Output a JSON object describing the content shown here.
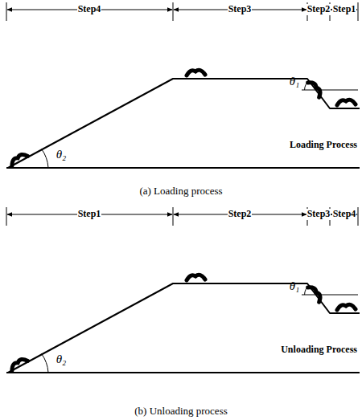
{
  "diagram": {
    "labels": [
      "Step4",
      "Step3",
      "Step2",
      "Step1",
      "θ₁",
      "θ₂",
      "Loading Process",
      "(a) Loading process",
      "Step1",
      "Step2",
      "Step3",
      "Step4",
      "θ₁",
      "θ₂",
      "Unloading Process",
      "(b) Unloading process"
    ]
  }
}
